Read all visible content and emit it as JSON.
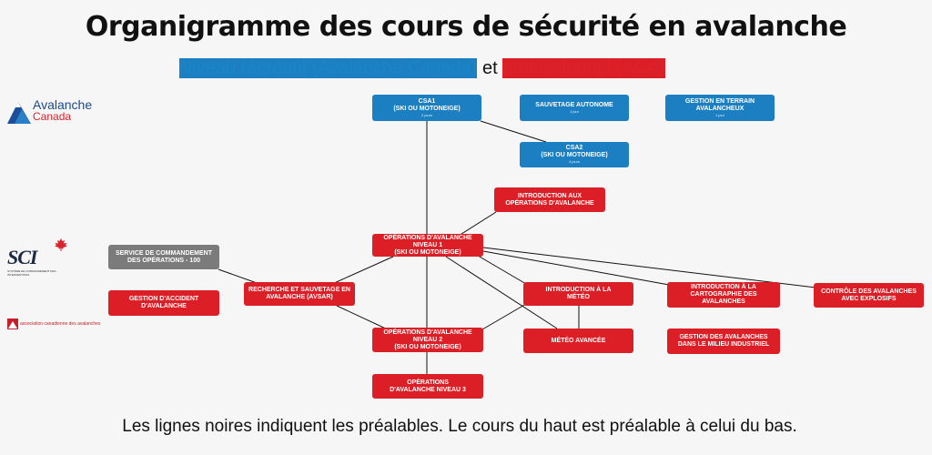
{
  "title": "Organigramme des cours de sécurité en avalanche",
  "subtitle": {
    "recreational": "Niveau récréatif (Avalanche Canada)",
    "connector": "et",
    "professional": "professionnel (ACA)"
  },
  "footer": "Les lignes noires indiquent les préalables. Le cours du haut est préalable à celui du bas.",
  "logos": {
    "avalanche_canada": {
      "line1": "Avalanche",
      "line2": "Canada"
    },
    "sci": {
      "word": "SCI",
      "caption": "SYSTÈME DE COMMANDEMENT DES INTERVENTIONS"
    },
    "caa": {
      "text": "association canadienne des avalanches"
    }
  },
  "colors": {
    "blue": "#1b7fc2",
    "red": "#dc1f26",
    "grey": "#7b7b7b"
  },
  "nodes": {
    "csa1": {
      "label": "CSA1\n(SKI OU MOTONEIGE)",
      "duration": "2 jours"
    },
    "sauvetage": {
      "label": "SAUVETAGE AUTONOME",
      "duration": "1 jour"
    },
    "gestion_terrain": {
      "label": "GESTION EN TERRAIN\nAVALANCHEUX",
      "duration": "1 jour"
    },
    "csa2": {
      "label": "CSA2\n(SKI OU MOTONEIGE)",
      "duration": "4 jours"
    },
    "intro_ops": {
      "label": "INTRODUCTION AUX\nOPÉRATIONS D'AVALANCHE"
    },
    "ops1": {
      "label": "OPÉRATIONS D'AVALANCHE\nNIVEAU 1\n(SKI OU MOTONEIGE)"
    },
    "sci100": {
      "label": "SERVICE DE COMMANDEMENT\nDES OPÉRATIONS - 100"
    },
    "gestion_accident": {
      "label": "GESTION D'ACCIDENT\nD'AVALANCHE"
    },
    "recherche": {
      "label": "RECHERCHE ET SAUVETAGE EN\nAVALANCHE (AVSAR)"
    },
    "intro_meteo": {
      "label": "INTRODUCTION À LA\nMÉTÉO"
    },
    "intro_carto": {
      "label": "INTRODUCTION À LA\nCARTOGRAPHIE DES\nAVALANCHES"
    },
    "controle": {
      "label": "CONTRÔLE DES AVALANCHES\nAVEC EXPLOSIFS"
    },
    "ops2": {
      "label": "OPÉRATIONS D'AVALANCHE\nNIVEAU 2\n(SKI OU MOTONEIGE)"
    },
    "meteo_avancee": {
      "label": "MÉTÉO AVANCÉE"
    },
    "gestion_industriel": {
      "label": "GESTION DES AVALANCHES\nDANS LE MILIEU INDUSTRIEL"
    },
    "ops3": {
      "label": "OPÉRATIONS\nD'AVALANCHE NIVEAU 3"
    }
  }
}
